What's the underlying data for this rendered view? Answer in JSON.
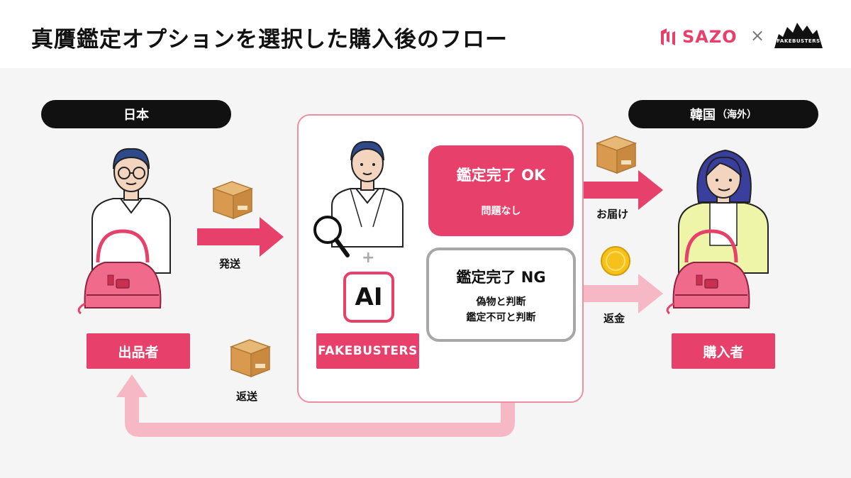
{
  "header": {
    "title": "真贋鑑定オプションを選択した購入後のフロー",
    "logo_sazo": "SAZO",
    "logo_cross": "×",
    "logo_fakebusters": "FAKEBUSTERS"
  },
  "regions": {
    "japan": "日本",
    "korea": "韓国",
    "korea_sub": "（海外）"
  },
  "roles": {
    "seller": "出品者",
    "buyer": "購入者",
    "fakebusters": "FAKEBUSTERS"
  },
  "ai_label": "AI",
  "plus": "+",
  "result_ok": {
    "title": "鑑定完了 OK",
    "sub": "問題なし"
  },
  "result_ng": {
    "title": "鑑定完了 NG",
    "sub1": "偽物と判断",
    "sub2": "鑑定不可と判断"
  },
  "flow_labels": {
    "ship": "発送",
    "return": "返送",
    "deliver": "お届け",
    "refund": "返金"
  },
  "colors": {
    "accent": "#e7406a",
    "accent_light": "#f7b8c6",
    "panel_border": "#ea8fa4",
    "ng_border": "#a7a7a7",
    "background": "#f5f5f5"
  },
  "icons": [
    "box-icon",
    "coin-icon",
    "magnifier-icon",
    "handbag-icon",
    "sazo-logo-icon"
  ]
}
